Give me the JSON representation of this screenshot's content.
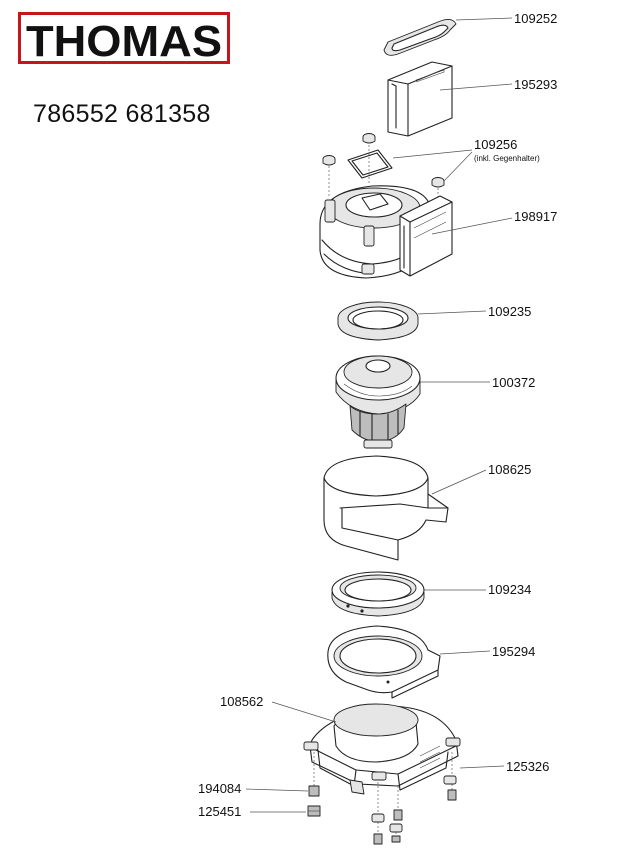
{
  "brand": {
    "logo_text": "THOMAS",
    "color": "#c4161c"
  },
  "model_numbers": "786552 681358",
  "parts": [
    {
      "number": "109252",
      "name": "gasket-top"
    },
    {
      "number": "195293",
      "name": "filter-insert"
    },
    {
      "number": "109256",
      "note": "(inkl. Gegenhalter)",
      "name": "seal-with-counter"
    },
    {
      "number": "198917",
      "name": "motor-cover"
    },
    {
      "number": "109235",
      "name": "seal-ring-upper"
    },
    {
      "number": "100372",
      "name": "motor"
    },
    {
      "number": "108625",
      "name": "motor-sleeve"
    },
    {
      "number": "109234",
      "name": "seal-ring-lower"
    },
    {
      "number": "195294",
      "name": "base-gasket"
    },
    {
      "number": "108562",
      "name": "motor-housing"
    },
    {
      "number": "125326",
      "name": "housing-screws"
    },
    {
      "number": "194084",
      "name": "screw"
    },
    {
      "number": "125451",
      "name": "nut"
    }
  ]
}
